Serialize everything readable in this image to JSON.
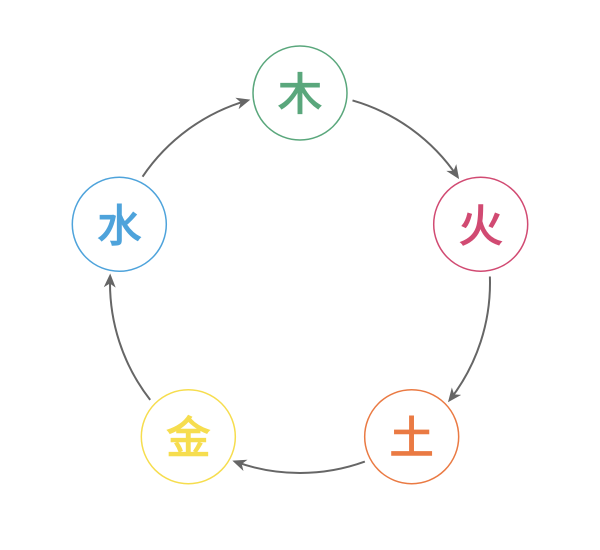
{
  "diagram": {
    "nodes": [
      {
        "id": "wood",
        "label": "木",
        "color": "#5aa77c"
      },
      {
        "id": "fire",
        "label": "火",
        "color": "#d14a72"
      },
      {
        "id": "earth",
        "label": "土",
        "color": "#ea7a43"
      },
      {
        "id": "metal",
        "label": "金",
        "color": "#f6dd4e"
      },
      {
        "id": "water",
        "label": "水",
        "color": "#4ea3db"
      }
    ],
    "edges": [
      {
        "from": "wood",
        "to": "fire"
      },
      {
        "from": "fire",
        "to": "earth"
      },
      {
        "from": "earth",
        "to": "metal"
      },
      {
        "from": "metal",
        "to": "water"
      },
      {
        "from": "water",
        "to": "wood"
      }
    ],
    "arrow_color": "#666666"
  }
}
